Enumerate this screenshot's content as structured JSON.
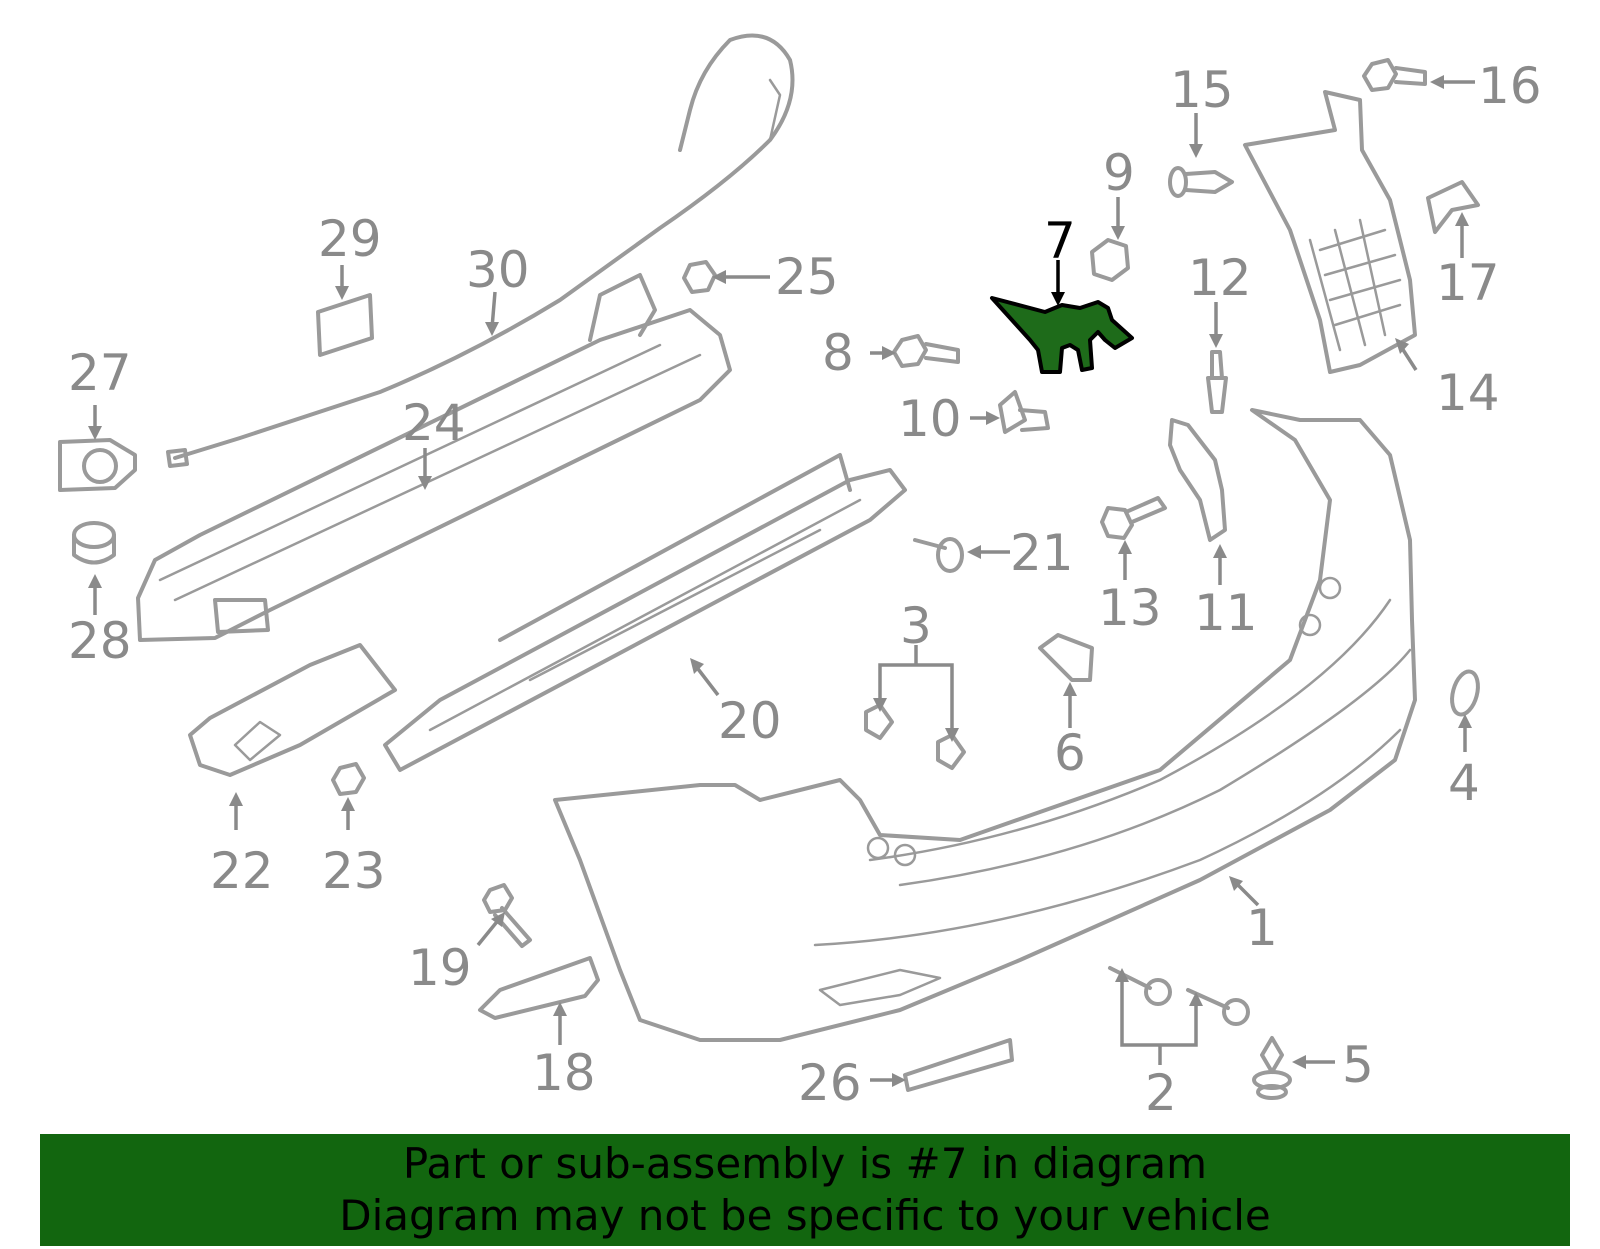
{
  "diagram": {
    "callouts": {
      "p1": "1",
      "p2": "2",
      "p3": "3",
      "p4": "4",
      "p5": "5",
      "p6": "6",
      "p7": "7",
      "p8": "8",
      "p9": "9",
      "p10": "10",
      "p11": "11",
      "p12": "12",
      "p13": "13",
      "p14": "14",
      "p15": "15",
      "p16": "16",
      "p17": "17",
      "p18": "18",
      "p19": "19",
      "p20": "20",
      "p21": "21",
      "p22": "22",
      "p23": "23",
      "p24": "24",
      "p25": "25",
      "p26": "26",
      "p27": "27",
      "p28": "28",
      "p29": "29",
      "p30": "30"
    },
    "highlighted_part": "7",
    "colors": {
      "highlight_fill": "#1e6b1a",
      "line": "#9a9a9a",
      "banner": "#12660f"
    }
  },
  "banner": {
    "line1": "Part or sub-assembly is #7 in diagram",
    "line2": "Diagram may not be specific to your vehicle"
  }
}
